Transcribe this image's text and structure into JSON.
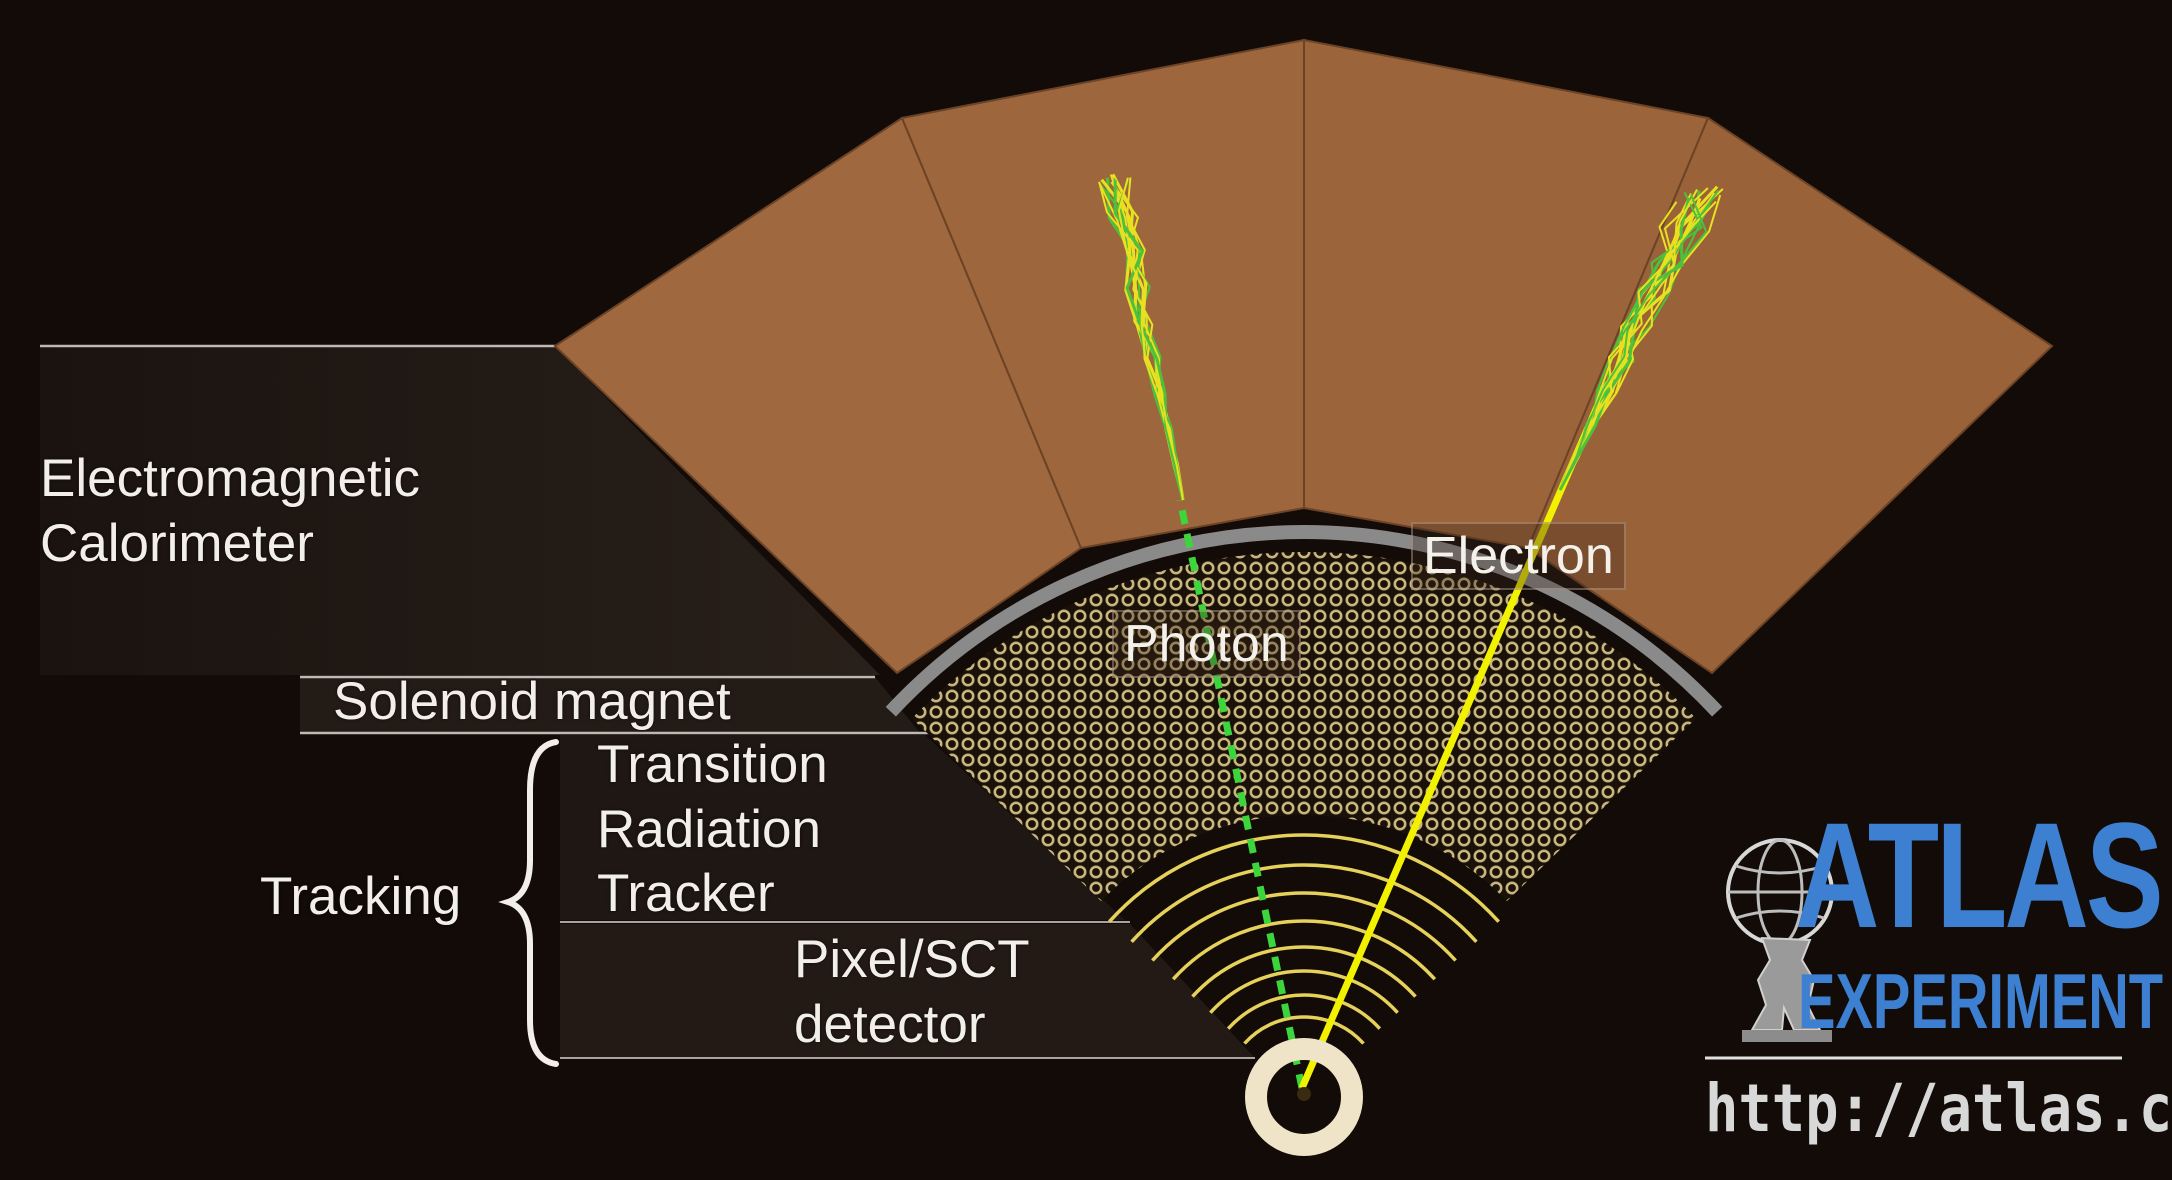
{
  "labels": {
    "em_calorimeter": [
      "Electromagnetic",
      "Calorimeter"
    ],
    "solenoid": "Solenoid magnet",
    "tracking": "Tracking",
    "trt": [
      "Transition",
      "Radiation",
      "Tracker"
    ],
    "pixel": [
      "Pixel/SCT",
      "detector"
    ]
  },
  "particles": {
    "photon": "Photon",
    "electron": "Electron"
  },
  "logo": {
    "name": "ATLAS",
    "subtitle": "EXPERIMENT",
    "url": "http://atlas.ch"
  },
  "colors": {
    "background": "#120b07",
    "calorimeter": "#a0683e",
    "calorimeter_edge": "#6b4326",
    "solenoid": "#8a8a8a",
    "trt_grid": "#c8b47e",
    "pixel_rings": "#e6d15a",
    "electron_track": "#f2f200",
    "photon_track": "#3cd63c",
    "shower_yellow": "#e8e020",
    "shower_green": "#4cc23c",
    "logo_blue": "#3d7fd0",
    "beam_pipe": "#efe3c8"
  }
}
